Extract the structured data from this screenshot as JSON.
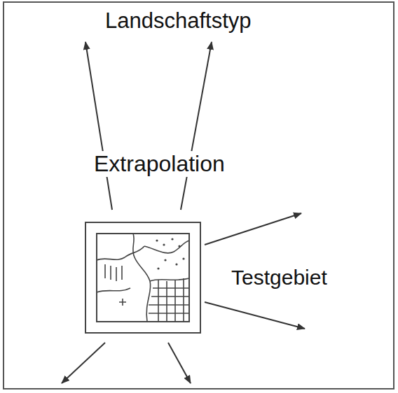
{
  "diagram": {
    "labels": [
      "Landschaftstyp",
      "Extrapolation",
      "Testgebiet"
    ]
  }
}
